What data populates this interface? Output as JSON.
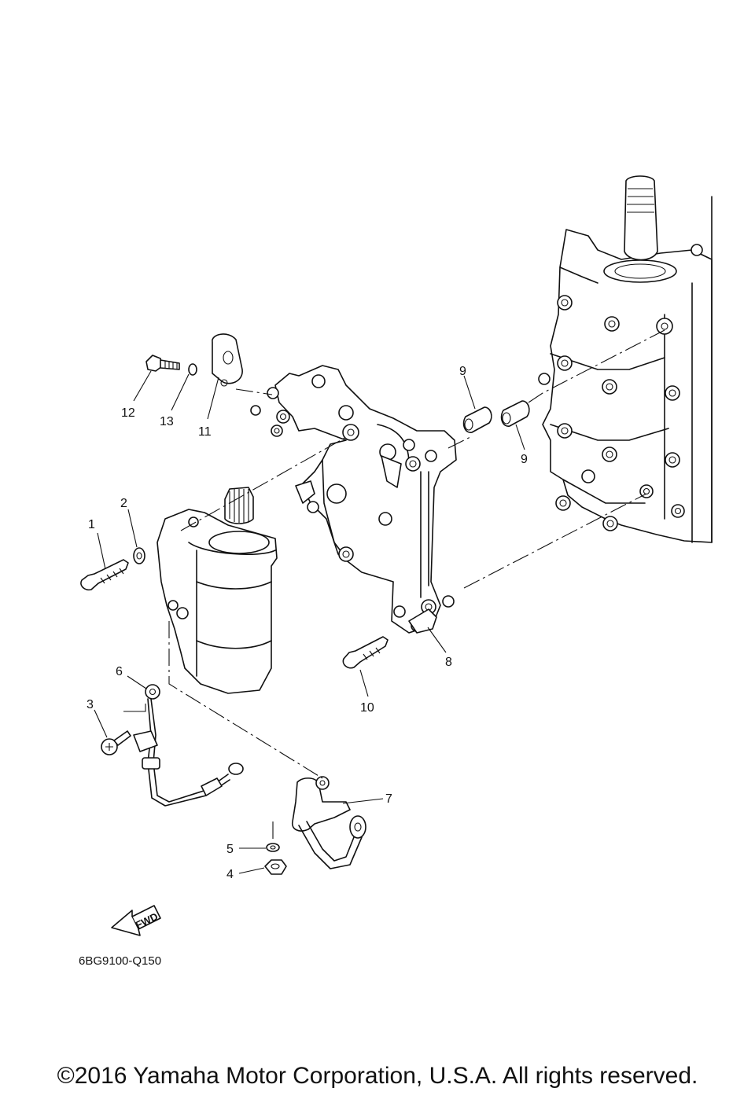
{
  "callouts": {
    "c1": "1",
    "c2": "2",
    "c3": "3",
    "c4": "4",
    "c5": "5",
    "c6": "6",
    "c7": "7",
    "c8": "8",
    "c9a": "9",
    "c9b": "9",
    "c10": "10",
    "c11": "11",
    "c12": "12",
    "c13": "13"
  },
  "fwd_label": "FWD",
  "diagram_code": "6BG9100-Q150",
  "copyright": "©2016 Yamaha Motor Corporation, U.S.A. All rights reserved."
}
